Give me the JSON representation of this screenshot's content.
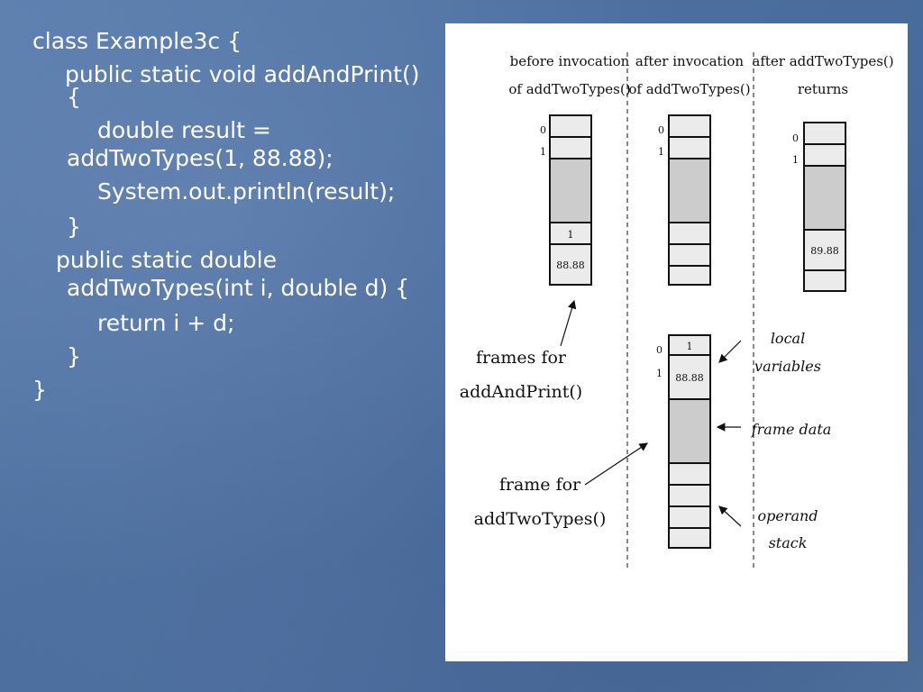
{
  "code": {
    "lines": [
      "class Example3c {",
      "public static void addAndPrint()",
      "{",
      "double result =",
      "addTwoTypes(1, 88.88);",
      "System.out.println(result);",
      "}",
      "public static double",
      "addTwoTypes(int i, double d) {",
      "return i + d;",
      "}",
      "}"
    ]
  },
  "diagram": {
    "columns": [
      {
        "line1": "before invocation",
        "line2": "of addTwoTypes()"
      },
      {
        "line1": "after invocation",
        "line2": "of addTwoTypes()"
      },
      {
        "line1": "after addTwoTypes()",
        "line2": "returns"
      }
    ],
    "index0": "0",
    "index1": "1",
    "stack_values": {
      "before_cell_1": "1",
      "before_cell_2": "88.88",
      "after_return_value": "89.88",
      "frame_local_0": "1",
      "frame_local_1": "88.88"
    },
    "labels": {
      "frames_for_1": "frames for",
      "frames_for_2": "addAndPrint()",
      "frame_for_1": "frame for",
      "frame_for_2": "addTwoTypes()",
      "local_1": "local",
      "local_2": "variables",
      "frame_data": "frame data",
      "operand_1": "operand",
      "operand_2": "stack"
    },
    "colors": {
      "gray_fill": "#cccccc",
      "light_fill": "#ebebeb",
      "stroke": "#111111"
    }
  }
}
